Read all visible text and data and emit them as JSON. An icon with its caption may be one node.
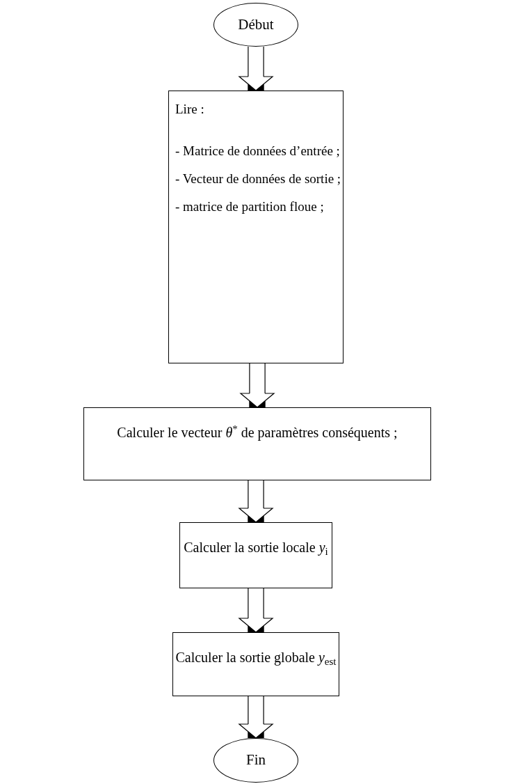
{
  "diagram": {
    "nodes": [
      {
        "text": [
          "Début"
        ]
      },
      {
        "text": [
          "Lire :",
          "- Matrice de données d’entrée ;",
          "- Vecteur de données de sortie ;",
          "- matrice de partition floue ;"
        ]
      },
      {
        "text": [
          "Calculer le vecteur *θ*$^{*}$ de paramètres conséquents ;"
        ]
      },
      {
        "text": [
          "Calculer la sortie locale *y*$_{i}$"
        ]
      },
      {
        "text": [
          "Calculer la sortie globale *y*$_{est}$"
        ]
      },
      {
        "text": [
          "Fin"
        ]
      }
    ],
    "edges": [
      {
        "from": 0,
        "to": 1,
        "arrow": "to"
      },
      {
        "from": 1,
        "to": 2,
        "arrow": "to"
      },
      {
        "from": 2,
        "to": 3,
        "arrow": "to"
      },
      {
        "from": 3,
        "to": 4,
        "arrow": "to"
      },
      {
        "from": 4,
        "to": 5,
        "arrow": "to"
      }
    ]
  }
}
